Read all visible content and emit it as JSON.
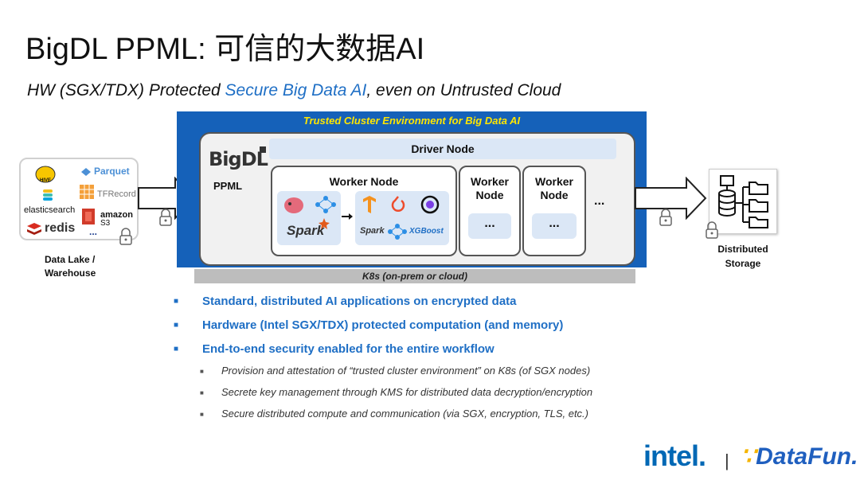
{
  "header": {
    "title": "BigDL PPML: 可信的大数据AI",
    "subtitle_pre": "HW (SGX/TDX) Protected ",
    "subtitle_highlight": "Secure Big Data AI",
    "subtitle_post": ", even on Untrusted Cloud"
  },
  "data_lake": {
    "sources": [
      "Parquet",
      "TFRecord",
      "elasticsearch",
      "amazon",
      "S3",
      "redis",
      "..."
    ],
    "label_line1": "Data Lake /",
    "label_line2": "Warehouse"
  },
  "cluster": {
    "title": "Trusted Cluster Environment for Big Data AI",
    "logo": "BigDL",
    "product": "PPML",
    "driver": "Driver Node",
    "worker_main": "Worker Node",
    "worker2_line1": "Worker",
    "worker2_line2": "Node",
    "worker3_line1": "Worker",
    "worker3_line2": "Node",
    "ellipsis": "...",
    "spark_label": "Spark",
    "spark_small": "Spark",
    "xgboost": "XGBoost"
  },
  "k8s_label": "K8s (on-prem or cloud)",
  "storage": {
    "line1": "Distributed",
    "line2": "Storage"
  },
  "bullets": [
    "Standard, distributed AI applications on encrypted data",
    "Hardware (Intel SGX/TDX) protected computation (and memory)",
    "End-to-end security enabled for the entire workflow"
  ],
  "sub_bullets": [
    "Provision and attestation of “trusted cluster environment” on K8s (of SGX nodes)",
    "Secrete key management through KMS for distributed data decryption/encryption",
    "Secure distributed compute and communication (via SGX, encryption, TLS, etc.)"
  ],
  "footer": {
    "intel": "intel.",
    "separator": "|",
    "datafun": "DataFun."
  },
  "colors": {
    "accent_blue": "#1f6fc5",
    "cluster_blue": "#1561b9",
    "title_yellow": "#ffe600"
  }
}
